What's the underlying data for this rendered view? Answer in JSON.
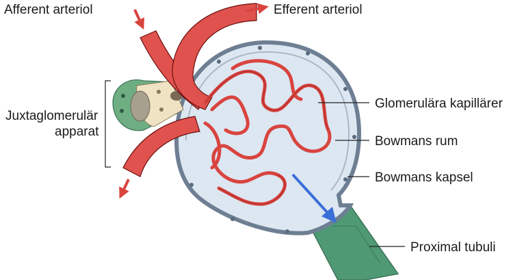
{
  "labels": {
    "afferent": "Afferent arteriol",
    "efferent": "Efferent arteriol",
    "jga_line1": "Juxtaglomerulär",
    "jga_line2": "apparat",
    "capillaries": "Glomerulära kapillärer",
    "bowman_space": "Bowmans rum",
    "bowman_capsule": "Bowmans kapsel",
    "proximal": "Proximal tubuli"
  },
  "colors": {
    "vessel": "#e0524d",
    "vessel_dark": "#b52f2c",
    "capsule_space": "#dce7f2",
    "capsule_wall": "#6e7f93",
    "tubule": "#4f9a74",
    "macula_densa": "#6fae83",
    "jga_cells": "#efe3c4",
    "flow_arrow": "#3a6fd8",
    "direction_arrow": "#d9443f"
  },
  "icons": {
    "flow": "blue-filtrate-arrow",
    "afferent_in": "red-inflow-arrow",
    "efferent_out": "red-outflow-arrow",
    "afferent_out": "red-outflow-arrow"
  }
}
